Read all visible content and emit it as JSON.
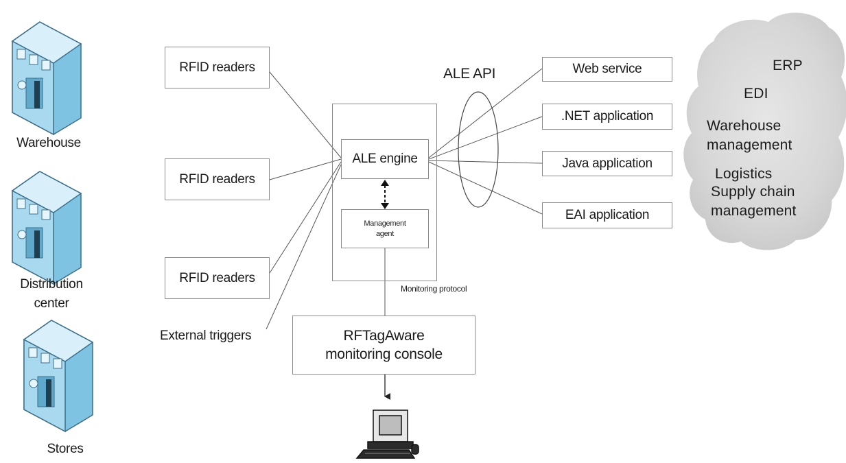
{
  "sites": {
    "warehouse": "Warehouse",
    "distribution_line1": "Distribution",
    "distribution_line2": "center",
    "stores": "Stores"
  },
  "readers": {
    "r1": "RFID readers",
    "r2": "RFID readers",
    "r3": "RFID readers",
    "external_triggers": "External triggers"
  },
  "core": {
    "ale_engine": "ALE engine",
    "management_agent_line1": "Management",
    "management_agent_line2": "agent",
    "monitoring_protocol": "Monitoring protocol",
    "ale_api": "ALE API"
  },
  "console": {
    "line1": "RFTagAware",
    "line2": "monitoring console"
  },
  "applications": {
    "web_service": "Web service",
    "net_application": ".NET application",
    "java_application": "Java application",
    "eai_application": "EAI application"
  },
  "enterprise": {
    "erp": "ERP",
    "edi": "EDI",
    "warehouse_mgmt_line1": "Warehouse",
    "warehouse_mgmt_line2": "management",
    "logistics": "Logistics",
    "supply_chain_line1": "Supply chain",
    "supply_chain_line2": "management"
  },
  "icons": {
    "building": "building-icon",
    "computer": "computer-icon",
    "cloud": "cloud-shape"
  },
  "colors": {
    "building_front": "#a9d9ef",
    "building_side": "#7fc3e3",
    "building_roof": "#d9f0fa",
    "building_outline": "#3b6f8a",
    "cloud_fill": "#dadada",
    "line": "#555555"
  }
}
